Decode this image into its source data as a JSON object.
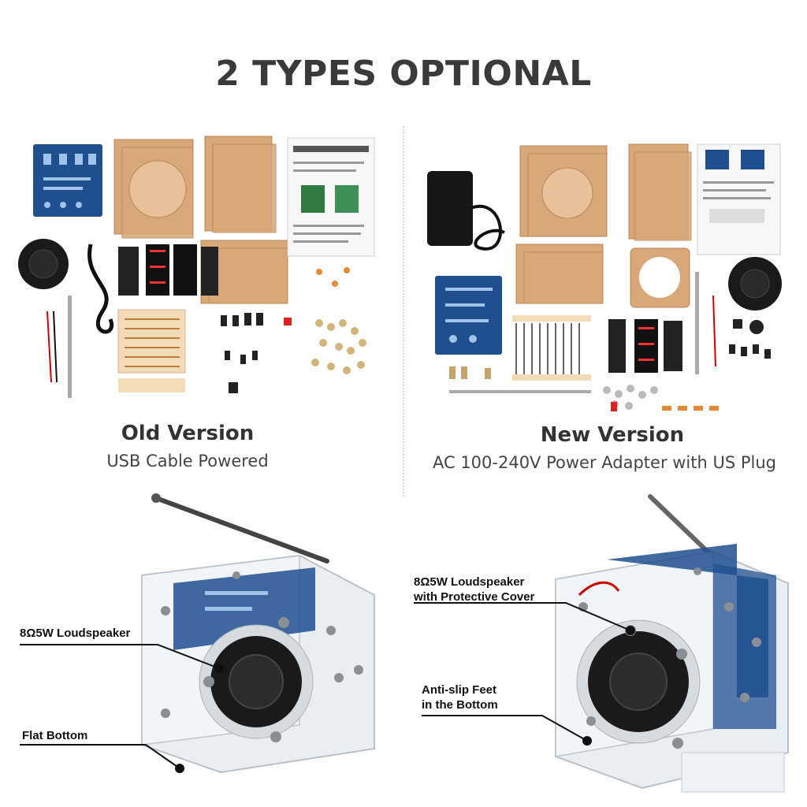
{
  "heading": "2 TYPES OPTIONAL",
  "old_version": {
    "name": "Old Version",
    "subtitle": "USB Cable Powered",
    "callouts": {
      "loudspeaker": "8Ω5W Loudspeaker",
      "bottom": "Flat Bottom"
    }
  },
  "new_version": {
    "name": "New Version",
    "subtitle": "AC 100-240V Power Adapter with US Plug",
    "callouts": {
      "loudspeaker_line1": "8Ω5W Loudspeaker",
      "loudspeaker_line2": "with Protective Cover",
      "feet_line1": "Anti-slip Feet",
      "feet_line2": "in the Bottom"
    }
  },
  "colors": {
    "acrylic": "#d9a878",
    "pcb": "#1f4f8f",
    "speaker": "#1a1a1a",
    "text_dark": "#333333"
  }
}
